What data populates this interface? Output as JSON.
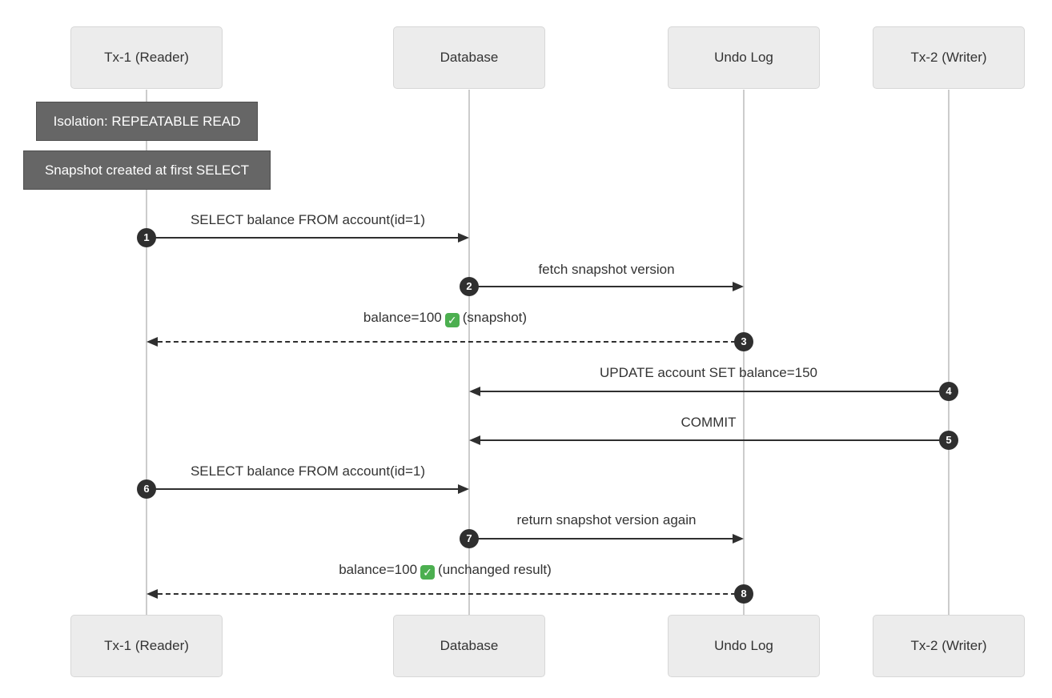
{
  "colors": {
    "background": "#ffffff",
    "actor_box_fill": "#ececec",
    "actor_box_border": "#d7d7d7",
    "actor_text": "#333333",
    "lifeline": "#cccccc",
    "note_fill": "#666666",
    "note_border": "#4f4f4f",
    "note_text": "#ffffff",
    "arrow": "#2f2f2f",
    "number_badge_fill": "#2f2f2f",
    "number_badge_text": "#ffffff",
    "check_green": "#4caf50"
  },
  "actors": [
    {
      "label": "Tx-1 (Reader)"
    },
    {
      "label": "Database"
    },
    {
      "label": "Undo Log"
    },
    {
      "label": "Tx-2 (Writer)"
    }
  ],
  "notes": [
    {
      "text": "Isolation: REPEATABLE READ"
    },
    {
      "text": "Snapshot created at first SELECT"
    }
  ],
  "messages": [
    {
      "num": "1",
      "label": "SELECT balance FROM account(id=1)",
      "from": "Tx-1 (Reader)",
      "to": "Database",
      "line": "solid"
    },
    {
      "num": "2",
      "label": "fetch snapshot version",
      "from": "Database",
      "to": "Undo Log",
      "line": "solid"
    },
    {
      "num": "3",
      "label_pre": "balance=100",
      "check_icon": "green-check",
      "check_glyph": "✓",
      "label_post": "(snapshot)",
      "from": "Undo Log",
      "to": "Tx-1 (Reader)",
      "line": "dashed"
    },
    {
      "num": "4",
      "label": "UPDATE account SET balance=150",
      "from": "Tx-2 (Writer)",
      "to": "Database",
      "line": "solid"
    },
    {
      "num": "5",
      "label": "COMMIT",
      "from": "Tx-2 (Writer)",
      "to": "Database",
      "line": "solid"
    },
    {
      "num": "6",
      "label": "SELECT balance FROM account(id=1)",
      "from": "Tx-1 (Reader)",
      "to": "Database",
      "line": "solid"
    },
    {
      "num": "7",
      "label": "return snapshot version again",
      "from": "Database",
      "to": "Undo Log",
      "line": "solid"
    },
    {
      "num": "8",
      "label_pre": "balance=100",
      "check_icon": "green-check",
      "check_glyph": "✓",
      "label_post": "(unchanged result)",
      "from": "Undo Log",
      "to": "Tx-1 (Reader)",
      "line": "dashed"
    }
  ]
}
